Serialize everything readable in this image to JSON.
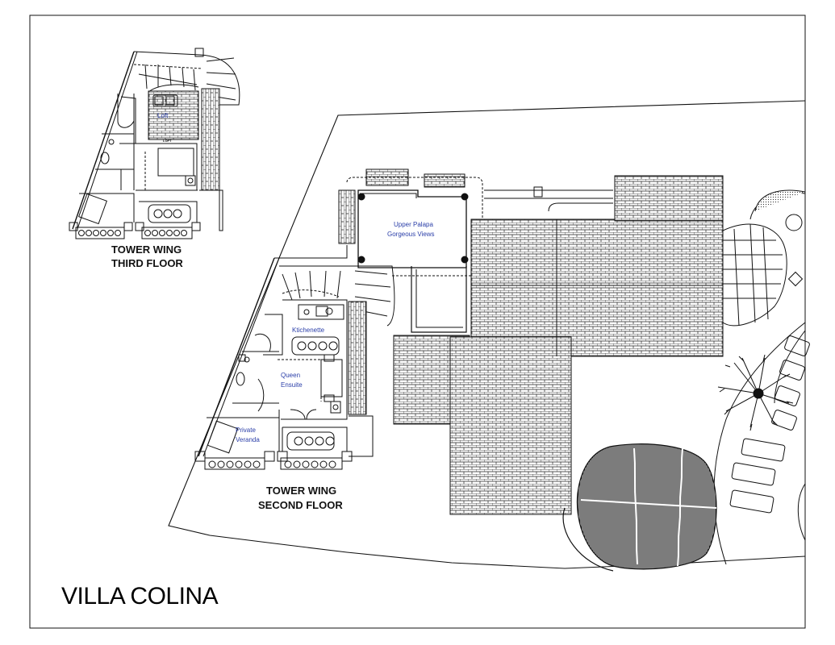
{
  "title": "VILLA COLINA",
  "wings": {
    "third": {
      "line1": "TOWER WING",
      "line2": "THIRD FLOOR"
    },
    "second": {
      "line1": "TOWER WING",
      "line2": "SECOND FLOOR"
    }
  },
  "rooms": {
    "loft": "Loft",
    "loft_small": "LOFT",
    "upper_palapa_1": "Upper Palapa",
    "upper_palapa_2": "Gorgeous Views",
    "kitchenette": "Ktichenette",
    "queen_1": "Queen",
    "queen_2": "Ensuite",
    "veranda_1": "Private",
    "veranda_2": "Veranda"
  },
  "colors": {
    "line": "#111111",
    "room_label": "#2a3ea8",
    "background": "#ffffff"
  }
}
